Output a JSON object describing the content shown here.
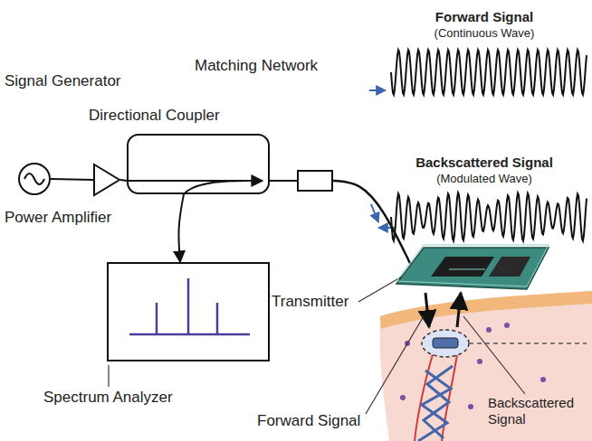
{
  "diagram": {
    "nodes": [
      {
        "text": [
          "Signal Generator"
        ]
      },
      {
        "text": [
          "Power Amplifier"
        ]
      },
      {
        "text": [
          "Directional Coupler"
        ]
      },
      {
        "text": [
          "Matching Network"
        ]
      },
      {
        "text": [
          "Spectrum Analyzer"
        ]
      },
      {
        "text": [
          "Transmitter"
        ]
      }
    ],
    "edges": [
      {
        "from": 0,
        "to": 1,
        "arrow": "none"
      },
      {
        "from": 1,
        "to": 2,
        "arrow": "none"
      },
      {
        "from": 2,
        "to": 3,
        "arrow": "none"
      },
      {
        "from": 2,
        "to": 4,
        "arrow": "to"
      },
      {
        "from": 3,
        "to": 5,
        "arrow": "none"
      }
    ],
    "labels": [
      "Forward Signal",
      "(Continuous Wave)",
      "Backscattered Signal",
      "(Modulated Wave)",
      "Forward Signal",
      "Backscattered Signal"
    ]
  }
}
